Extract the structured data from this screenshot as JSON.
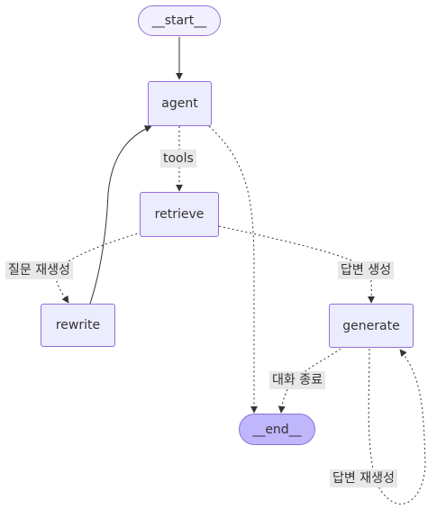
{
  "nodes": {
    "start": "__start__",
    "agent": "agent",
    "retrieve": "retrieve",
    "rewrite": "rewrite",
    "generate": "generate",
    "end": "__end__"
  },
  "edges": {
    "agent_to_retrieve": "tools",
    "retrieve_to_rewrite": "질문 재생성",
    "retrieve_to_generate": "답변 생성",
    "generate_to_end": "대화 종료",
    "generate_to_generate": "답변 재생성"
  },
  "colors": {
    "node_fill": "#ECECFF",
    "node_border": "#9370DB",
    "start_fill": "#F2F0FF",
    "end_fill": "#BFB6FC",
    "edge": "#333333",
    "label_bg": "#E8E8E8"
  }
}
